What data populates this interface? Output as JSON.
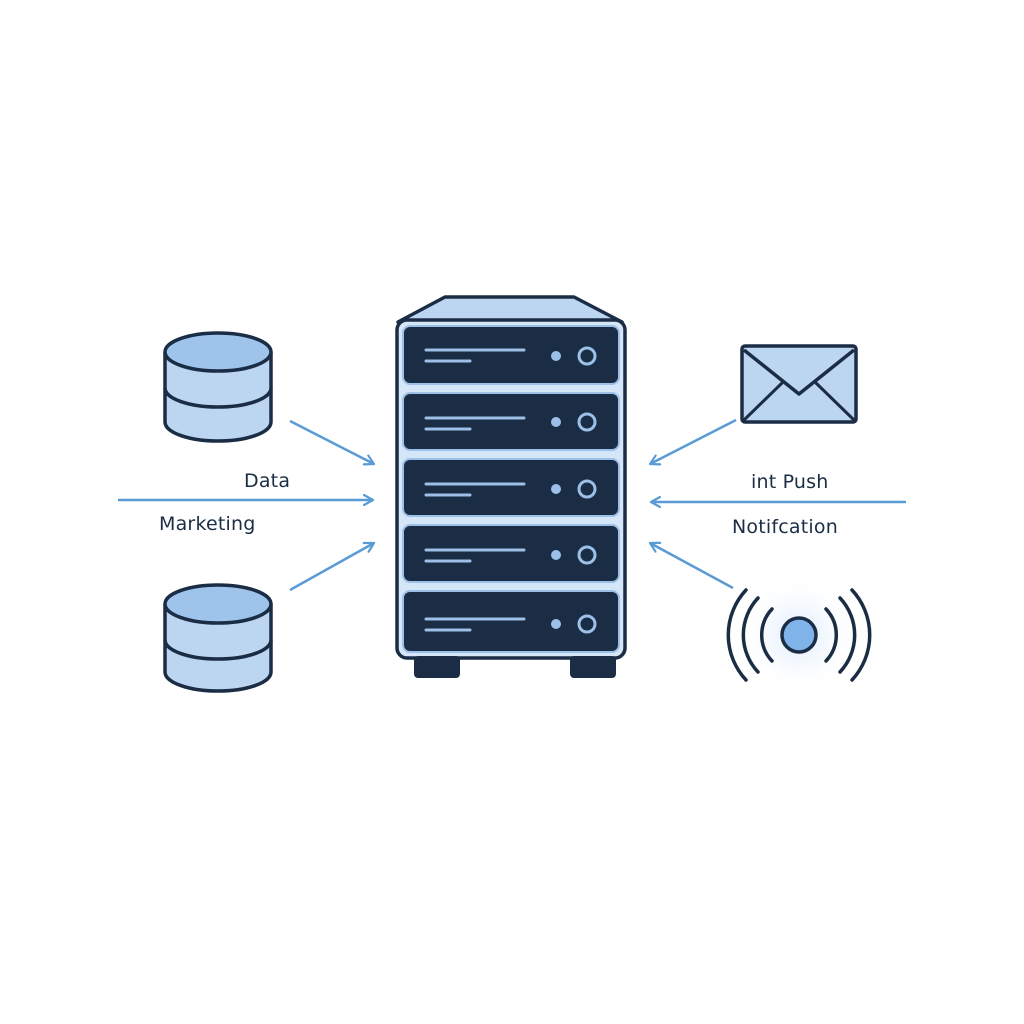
{
  "labels": {
    "left_top": "Data",
    "left_bottom": "Marketing",
    "right_top": "int Push",
    "right_bottom": "Notifcation"
  },
  "colors": {
    "outline": "#1b2d45",
    "fill_light": "#bcd6f2",
    "fill_mid": "#9fc4ec",
    "arrow": "#5b9bd5",
    "panel_dark": "#1b2d45",
    "panel_line": "#9cc0e8",
    "background": "#ffffff"
  },
  "icons": {
    "center": "server-rack-icon",
    "left_top": "database-icon",
    "left_bottom": "database-icon",
    "right_top": "envelope-icon",
    "right_bottom": "broadcast-signal-icon"
  },
  "server": {
    "units": 5
  }
}
